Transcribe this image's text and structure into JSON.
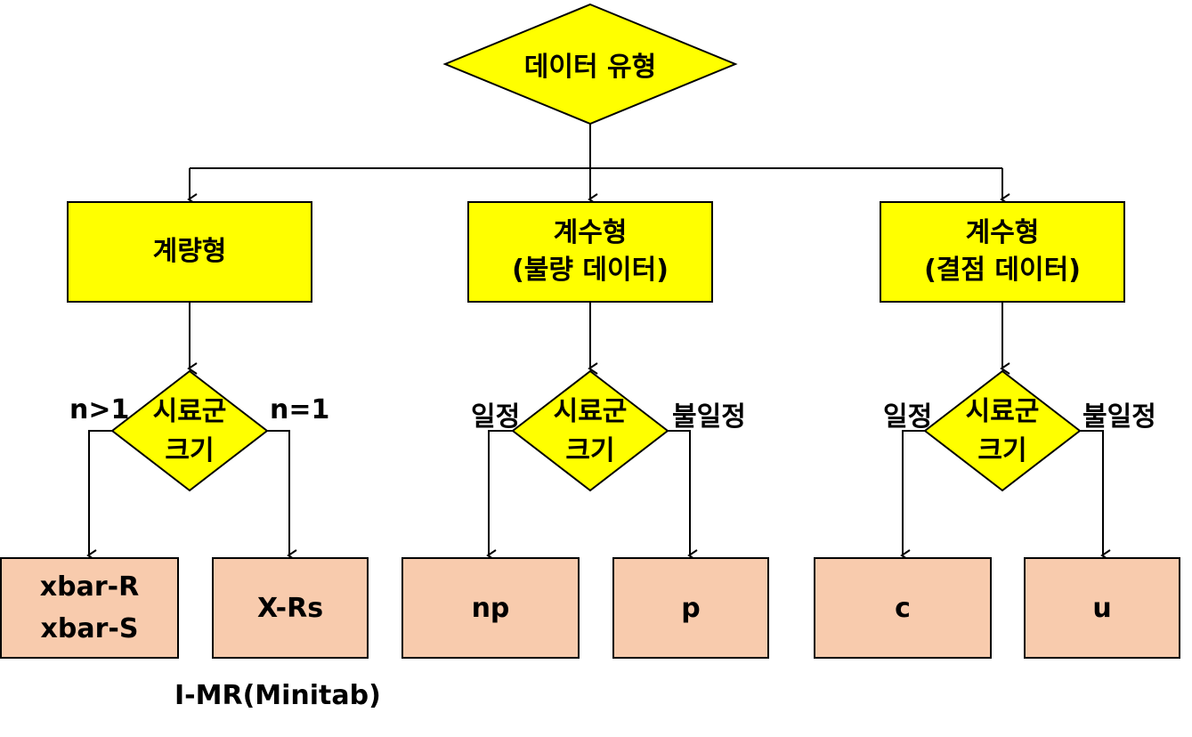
{
  "root": {
    "label": "데이터 유형"
  },
  "categories": [
    {
      "line1": "계량형",
      "line2": ""
    },
    {
      "line1": "계수형",
      "line2": "(불량 데이터)"
    },
    {
      "line1": "계수형",
      "line2": "(결점 데이터)"
    }
  ],
  "decisions": [
    {
      "line1": "시료군",
      "line2": "크기",
      "left_label": "n>1",
      "right_label": "n=1"
    },
    {
      "line1": "시료군",
      "line2": "크기",
      "left_label": "일정",
      "right_label": "불일정"
    },
    {
      "line1": "시료군",
      "line2": "크기",
      "left_label": "일정",
      "right_label": "불일정"
    }
  ],
  "leaves": [
    {
      "line1": "xbar-R",
      "line2": "xbar-S"
    },
    {
      "line1": "X-Rs",
      "line2": ""
    },
    {
      "line1": "np",
      "line2": ""
    },
    {
      "line1": "p",
      "line2": ""
    },
    {
      "line1": "c",
      "line2": ""
    },
    {
      "line1": "u",
      "line2": ""
    }
  ],
  "note": "I-MR(Minitab)",
  "colors": {
    "decision_fill": "#ffff00",
    "category_fill": "#ffff00",
    "leaf_fill": "#f8cbad",
    "line": "#000000"
  }
}
